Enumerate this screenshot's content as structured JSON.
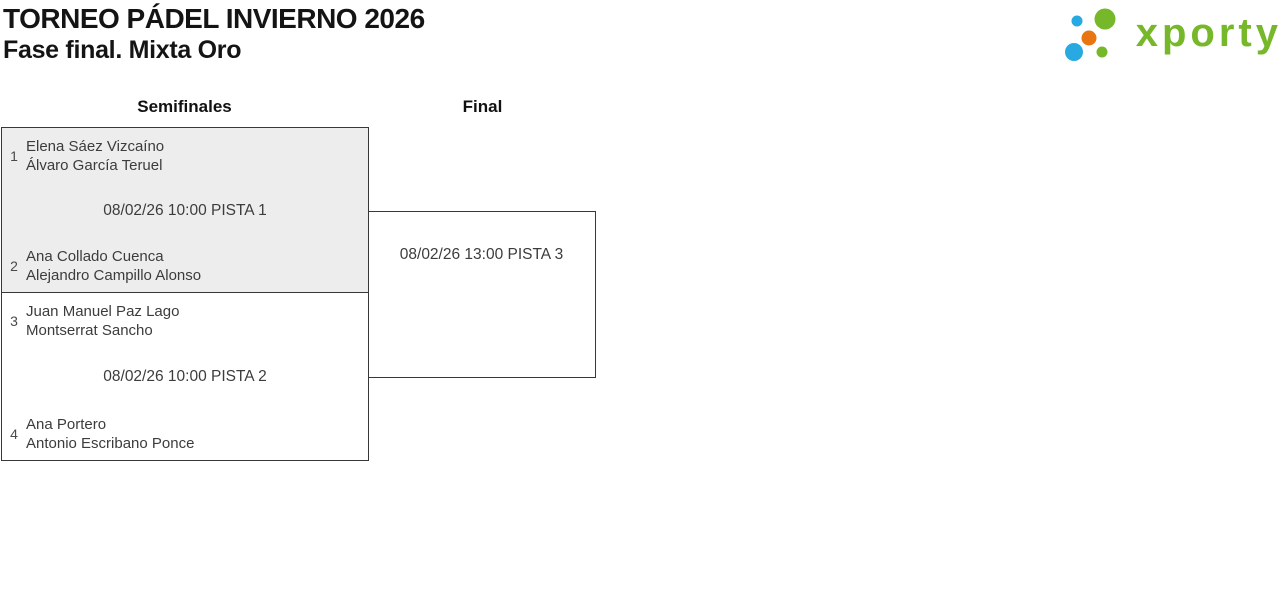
{
  "header": {
    "title": "TORNEO PÁDEL INVIERNO 2026",
    "subtitle": "Fase final. Mixta Oro"
  },
  "logo": {
    "wordmark": "xporty",
    "colors": {
      "green": "#76b82a",
      "blue": "#29a9e1",
      "orange": "#e87511"
    }
  },
  "bracket": {
    "rounds": [
      {
        "name": "Semifinales"
      },
      {
        "name": "Final"
      }
    ],
    "semifinals": [
      {
        "seed_top": "1",
        "team_top": [
          "Elena Sáez Vizcaíno",
          "Álvaro García Teruel"
        ],
        "schedule": "08/02/26 10:00 PISTA 1",
        "seed_bottom": "2",
        "team_bottom": [
          "Ana Collado Cuenca",
          "Alejandro Campillo Alonso"
        ],
        "highlighted": true
      },
      {
        "seed_top": "3",
        "team_top": [
          "Juan Manuel Paz Lago",
          "Montserrat Sancho"
        ],
        "schedule": "08/02/26 10:00 PISTA 2",
        "seed_bottom": "4",
        "team_bottom": [
          "Ana Portero",
          "Antonio Escribano Ponce"
        ],
        "highlighted": false
      }
    ],
    "final": {
      "schedule": "08/02/26 13:00 PISTA 3"
    }
  }
}
